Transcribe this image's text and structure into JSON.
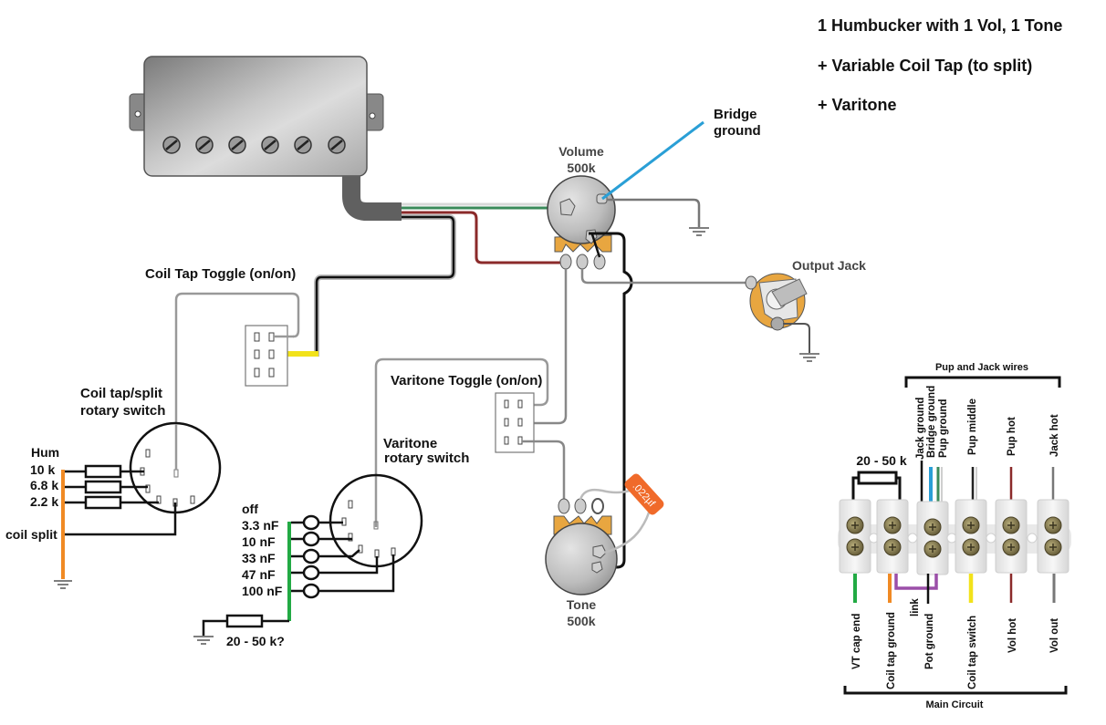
{
  "title": {
    "line1": "1 Humbucker with 1 Vol, 1 Tone",
    "line2": "+ Variable Coil Tap (to split)",
    "line3": "+ Varitone"
  },
  "labels": {
    "bridge_ground": [
      "Bridge",
      "ground"
    ],
    "volume_pot": [
      "Volume",
      "500k"
    ],
    "tone_pot": [
      "Tone",
      "500k"
    ],
    "output_jack": "Output Jack",
    "coil_tap_toggle": "Coil Tap Toggle (on/on)",
    "varitone_toggle": "Varitone Toggle (on/on)",
    "coil_tap_rotary": [
      "Coil tap/split",
      "rotary switch"
    ],
    "varitone_rotary": [
      "Varitone",
      "rotary switch"
    ],
    "capacitor": ".022µf"
  },
  "coil_tap_resistors": {
    "header": "Hum",
    "values": [
      "10 k",
      "6.8 k",
      "2.2 k"
    ],
    "split_label": "coil split",
    "wire_color": "#f08a24"
  },
  "varitone_caps": {
    "values": [
      "off",
      "3.3 nF",
      "10 nF",
      "33 nF",
      "47 nF",
      "100 nF"
    ],
    "resistor_label": "20 - 50 k?",
    "wire_color": "#22aa44"
  },
  "terminal_block": {
    "top_bracket_label": "Pup and Jack wires",
    "bottom_bracket_label": "Main Circuit",
    "resistor_label": "20 - 50 k",
    "link_label": "link",
    "link_color": "#9b4fa8",
    "top_wires": [
      {
        "label": "Jack ground",
        "color": "#111111"
      },
      {
        "label": "Bridge ground",
        "color": "#2a9fd6"
      },
      {
        "label": "Pup ground",
        "color": "#3a8a5a"
      },
      {
        "label": "Pup middle",
        "color": "#222222"
      },
      {
        "label": "Pup hot",
        "color": "#8b2a2a"
      },
      {
        "label": "Jack hot",
        "color": "#777777"
      }
    ],
    "bottom_wires": [
      {
        "label": "VT cap end",
        "color": "#22aa44"
      },
      {
        "label": "Coil tap ground",
        "color": "#f08a24"
      },
      {
        "label": "Pot ground",
        "color": "#111111"
      },
      {
        "label": "Coil tap switch",
        "color": "#f2e21a"
      },
      {
        "label": "Vol hot",
        "color": "#8b2a2a"
      },
      {
        "label": "Vol out",
        "color": "#777777"
      }
    ]
  },
  "colors": {
    "pot_lug_orange": "#e8a640",
    "capacitor_orange": "#f06a2a",
    "bridge_wire_blue": "#2a9fd6",
    "pickup_hot_red": "#8b2a2a",
    "pickup_green": "#3a8a5a",
    "toggle_yellow": "#f2e21a"
  }
}
